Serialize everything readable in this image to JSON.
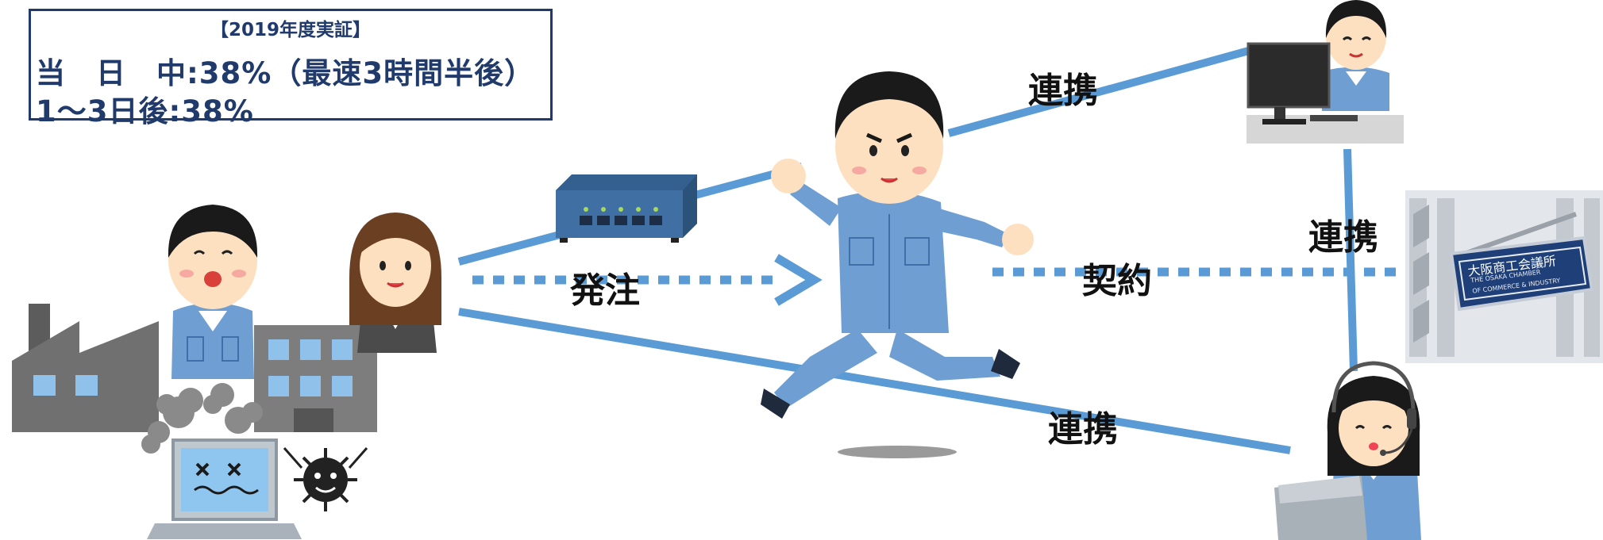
{
  "infobox": {
    "title": "【2019年度実証】",
    "line1": "当　日　中:38%（最速3時間半後）",
    "line2": "1～3日後:38%"
  },
  "labels": {
    "order": "発注",
    "contract": "契約",
    "link_top": "連携",
    "link_right": "連携",
    "link_bottom": "連携"
  },
  "sign": {
    "title": "大阪商工会議所",
    "sub1": "THE OSAKA CHAMBER",
    "sub2": "OF COMMERCE & INDUSTRY"
  },
  "colors": {
    "line": "#5b9bd5",
    "navy": "#1f3a6b",
    "uniform": "#6f9fd2",
    "skin": "#fde0c0"
  }
}
